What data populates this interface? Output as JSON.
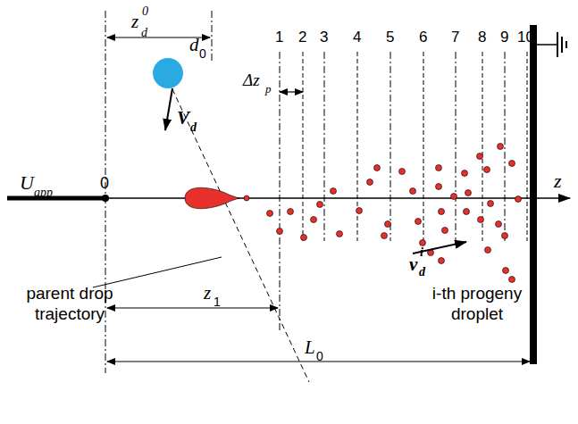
{
  "diagram": {
    "labels": [
      "z",
      "d",
      "0",
      "d",
      "0",
      "V",
      "d",
      "U",
      "app",
      "0",
      "z",
      "1",
      "2",
      "3",
      "4",
      "5",
      "6",
      "7",
      "8",
      "9",
      "10",
      "Δz",
      "p",
      "parent drop trajectory",
      "z",
      "1",
      "L",
      "0",
      "v",
      "d",
      "i",
      "i-th progeny droplet"
    ]
  }
}
